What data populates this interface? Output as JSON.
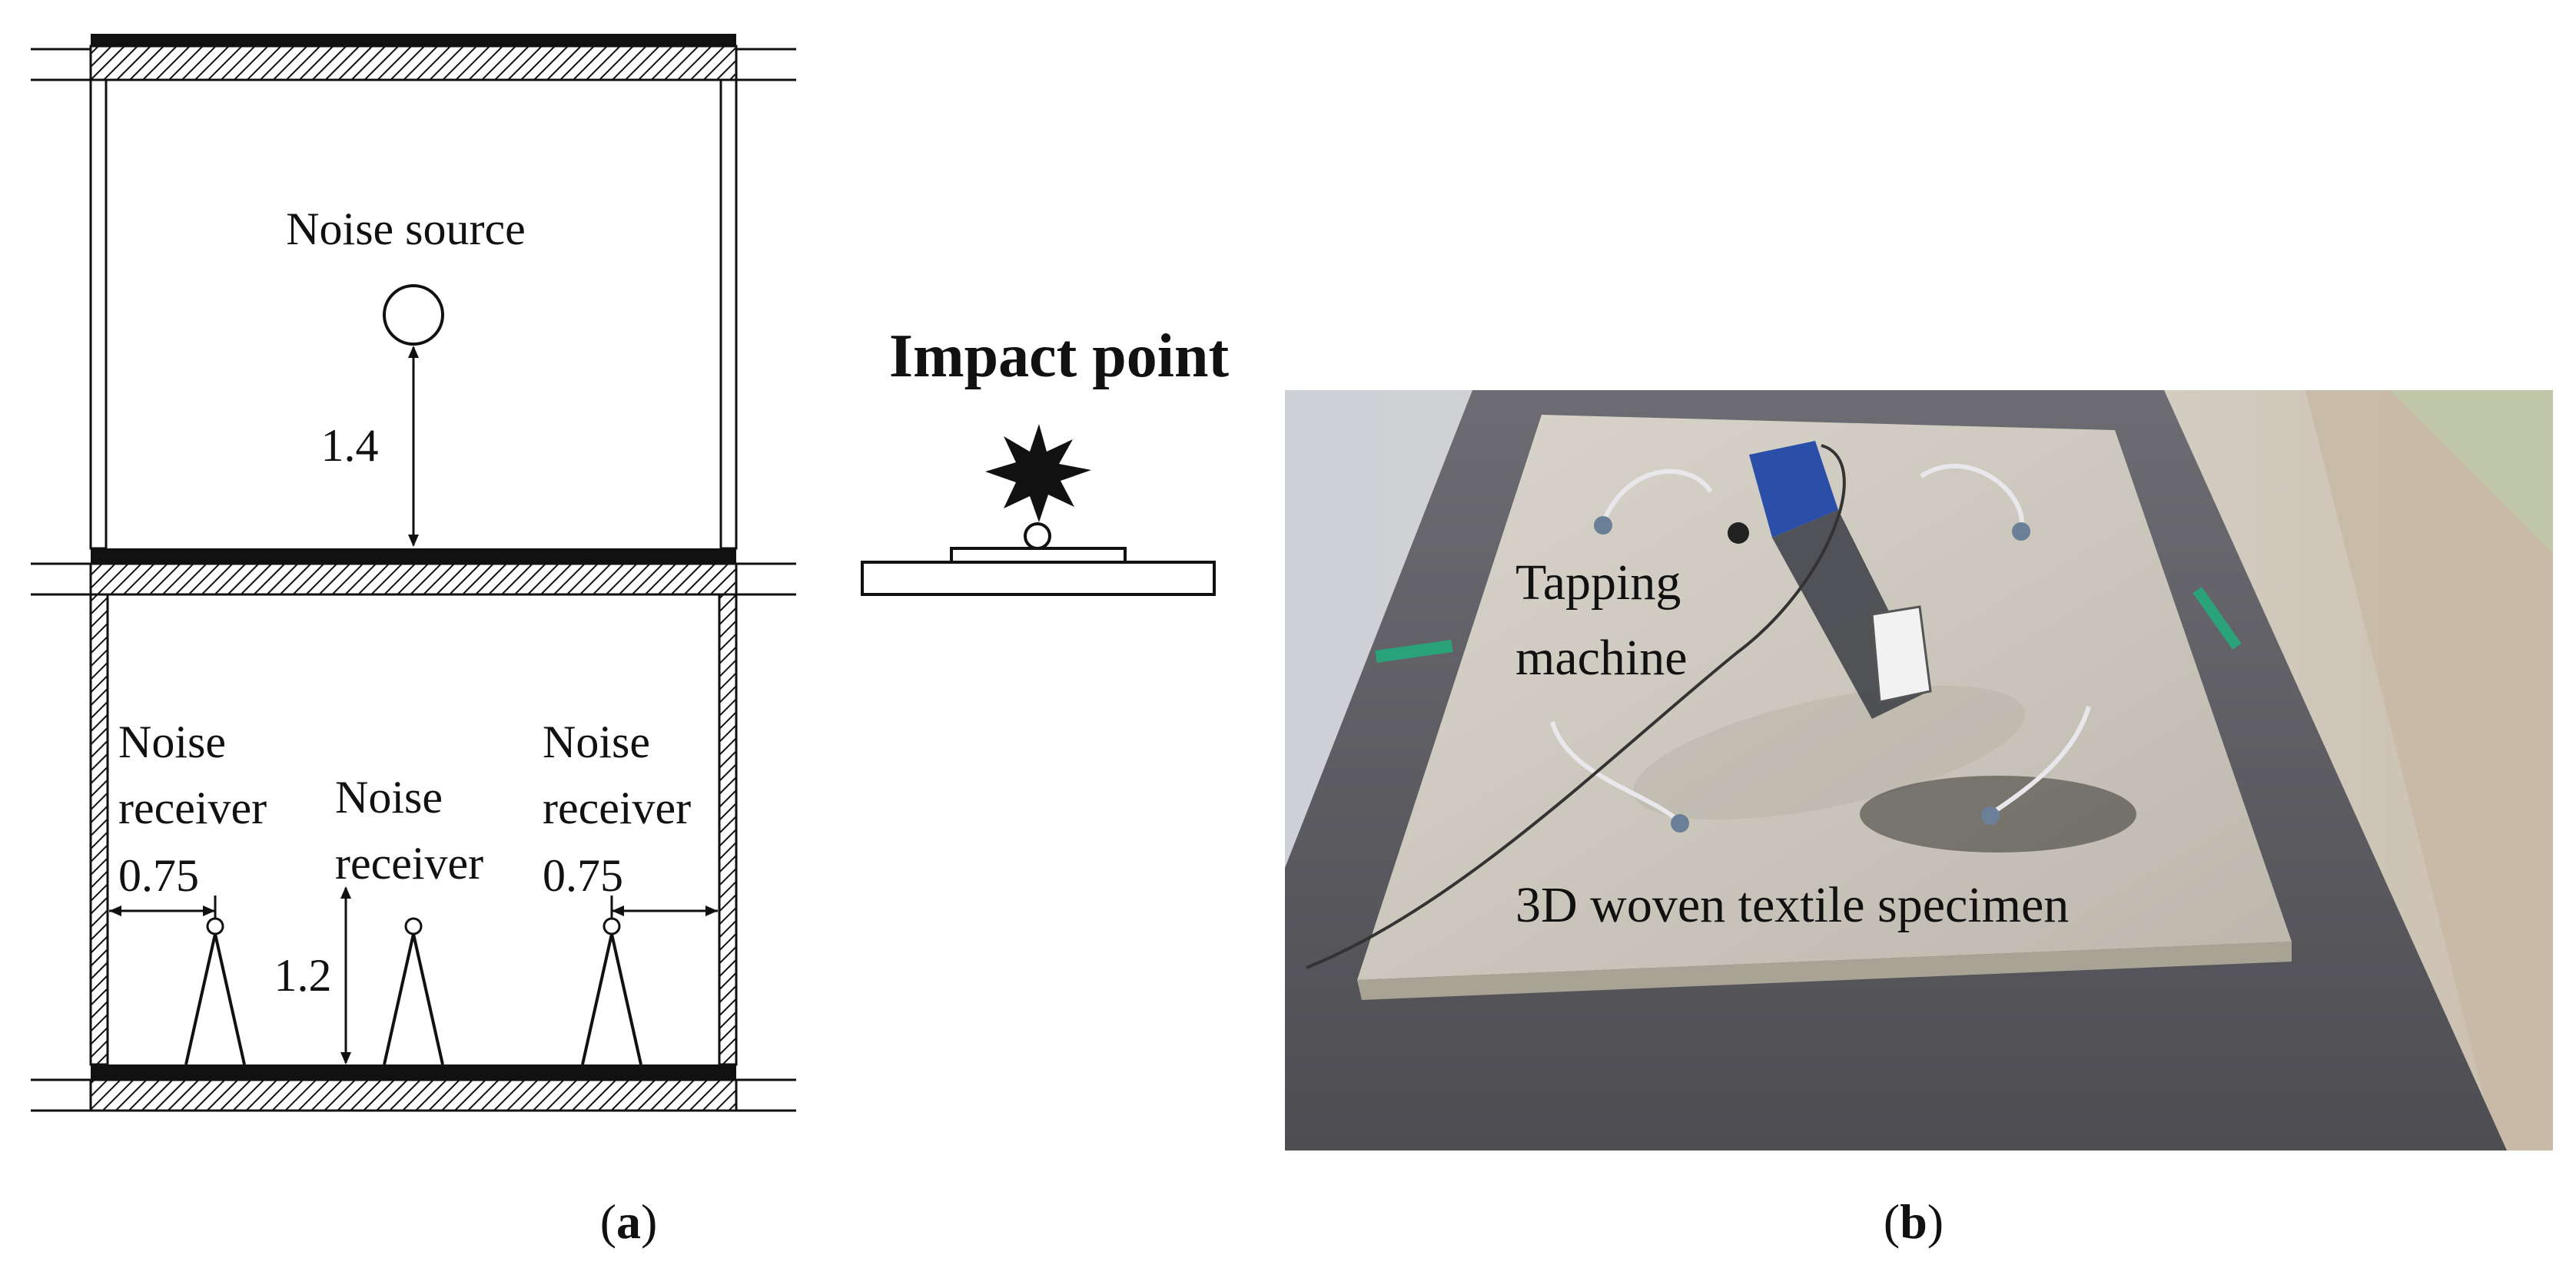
{
  "panel_a": {
    "caption_open": "(",
    "caption_letter": "a",
    "caption_close": ")",
    "noise_source": "Noise source",
    "source_height": "1.4",
    "receiver_left": {
      "line1": "Noise",
      "line2": "receiver",
      "distance": "0.75"
    },
    "receiver_center": {
      "line1": "Noise",
      "line2": "receiver",
      "height": "1.2"
    },
    "receiver_right": {
      "line1": "Noise",
      "line2": "receiver",
      "distance": "0.75"
    }
  },
  "impact": {
    "title": "Impact point"
  },
  "panel_b": {
    "caption_open": "(",
    "caption_letter": "b",
    "caption_close": ")",
    "tapping_line1": "Tapping",
    "tapping_line2": "machine",
    "specimen_label": "3D woven textile specimen"
  },
  "colors": {
    "line": "#111111",
    "floor_mat": "#5a5a5e",
    "concrete": "#cfcbc3",
    "background_floor": "#d2c8bb",
    "accent_clip": "#2aa37a",
    "machine_blue": "#2b4fa8"
  }
}
